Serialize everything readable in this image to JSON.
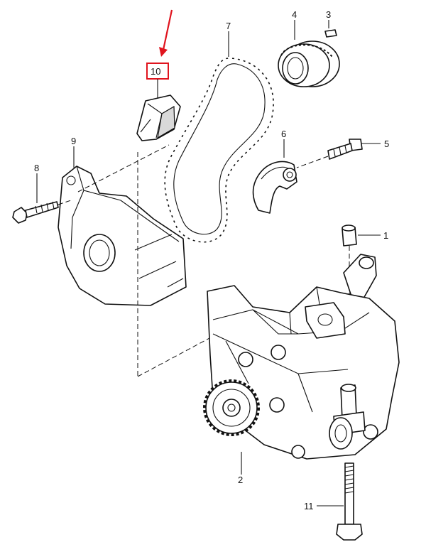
{
  "callouts": {
    "c1": "1",
    "c2": "2",
    "c3": "3",
    "c4": "4",
    "c5": "5",
    "c6": "6",
    "c7": "7",
    "c8": "8",
    "c9": "9",
    "c10": "10",
    "c11": "11"
  },
  "highlight": {
    "part": "10",
    "color": "#e0141e"
  }
}
